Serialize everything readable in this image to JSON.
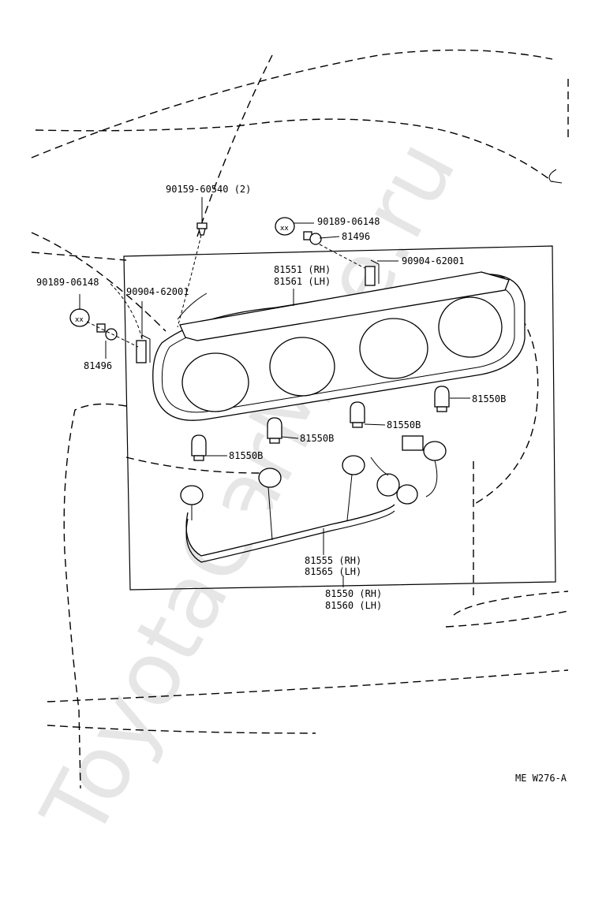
{
  "watermark": "ToyotaCarMine.ru",
  "labels": {
    "screw": "90159-60540 (2)",
    "nut_right": "90189-06148",
    "socket_right": "81496",
    "clip_right": "90904-62001",
    "nut_left": "90189-06148",
    "clip_left": "90904-62001",
    "lens_rh": "81551 (RH)",
    "lens_lh": "81561 (LH)",
    "socket_left": "81496",
    "bulb_1": "81550B",
    "bulb_2": "81550B",
    "bulb_3": "81550B",
    "bulb_4": "81550B",
    "wire_rh": "81555 (RH)",
    "wire_lh": "81565 (LH)",
    "assy_rh": "81550 (RH)",
    "assy_lh": "81560 (LH)"
  },
  "figure_code": "ME W276-A"
}
